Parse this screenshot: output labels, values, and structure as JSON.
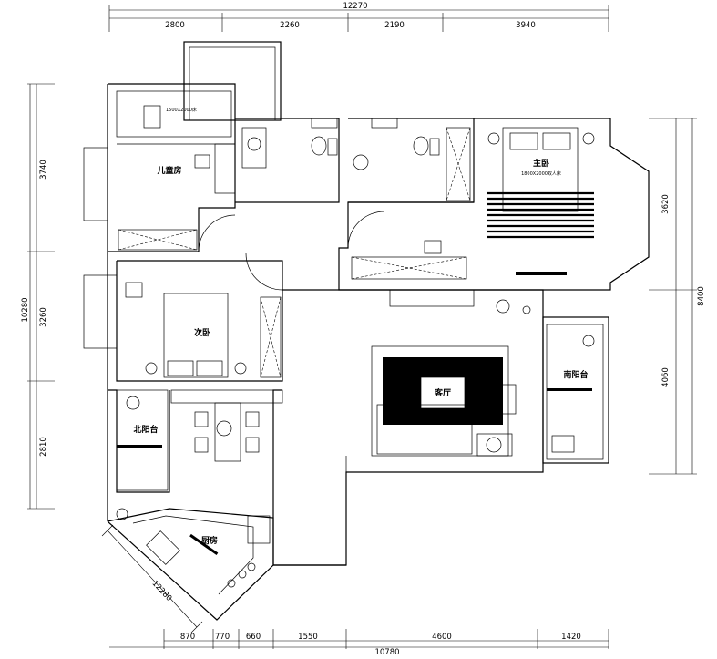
{
  "dimensions": {
    "top_total": "12270",
    "top": [
      "2800",
      "2260",
      "2190",
      "3940"
    ],
    "bottom_total": "10780",
    "bottom": [
      "870",
      "770",
      "660",
      "1550",
      "4600",
      "1420"
    ],
    "left_total": "10280",
    "left": [
      "3740",
      "3260",
      "2810"
    ],
    "right_total": "8400",
    "right": [
      "3620",
      "4060"
    ],
    "diagonal": "12280"
  },
  "rooms": {
    "children": "儿童房",
    "master": "主卧",
    "master_bed": "1800X2000双人床",
    "second": "次卧",
    "living": "客厅",
    "north_balcony": "北阳台",
    "south_balcony": "南阳台",
    "kitchen": "厨房",
    "children_bed": "1500X2000床"
  }
}
